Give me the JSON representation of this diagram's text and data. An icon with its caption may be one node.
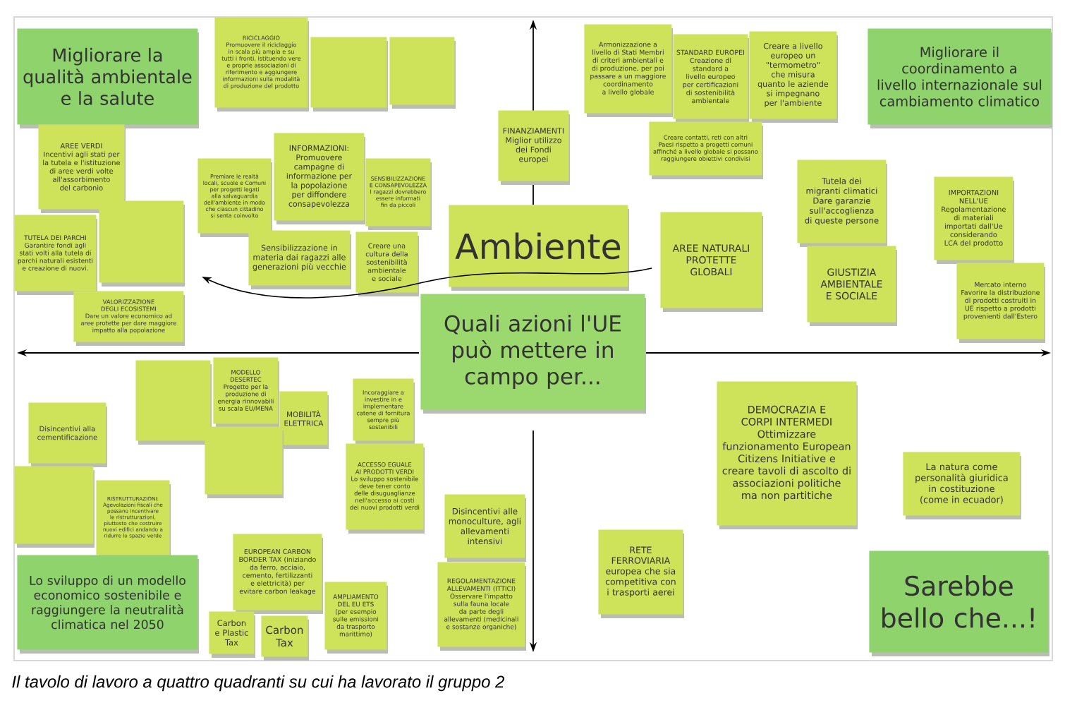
{
  "diagram": {
    "caption": "Il tavolo di lavoro a quattro quadranti su cui ha lavorato il gruppo 2",
    "nodes": [
      {
        "text": [
          "Migliorare la qualità ambientale e la salute"
        ]
      },
      {
        "text": [
          "RICICLAGGIO",
          "Promuovere il riciclaggio in scala più ampia e su tutti i fronti, istituendo vere e proprie associazioni di riferimento e aggiungere informazioni sulla modalità di produzione del prodotto"
        ]
      },
      {
        "text": [],
        "shape": "box"
      },
      {
        "text": [],
        "shape": "box"
      },
      {
        "text": [
          "Armonizzazione a livello di Stati Membri di criteri ambientali e di produzione, per poi passare a un maggiore coordinamento a livello globale"
        ]
      },
      {
        "text": [
          "STANDARD EUROPEI",
          "Creazione di standard a livello europeo per certificazioni di sostenibilità ambientale"
        ]
      },
      {
        "text": [
          "Creare a livello europeo un \"termometro\" che misura quanto le aziende si impegnano per l'ambiente"
        ]
      },
      {
        "text": [
          "Migliorare il coordinamento a livello internazionale sul cambiamento climatico"
        ]
      },
      {
        "text": [
          "AREE VERDI",
          "Incentivi agli stati per la tutela e l'istituzione di aree verdi volte all'assorbimento del carbonio"
        ]
      },
      {
        "text": [
          "Creare contatti, reti con altri Paesi rispetto a progetti comuni affinché a livello globale si possano raggiungere obiettivi condivisi"
        ]
      },
      {
        "text": [
          "FINANZIAMENTI",
          "Miglior utilizzo dei Fondi europei"
        ]
      },
      {
        "text": [
          "INFORMAZIONI:",
          "Promuovere campagne di informazione per la popolazione per diffondere consapevolezza"
        ]
      },
      {
        "text": [
          "Premiare le realtà locali, scuole e Comuni per progetti legati alla salvaguardia dell'ambiente in modo che ciascun cittadino si senta coinvolto"
        ]
      },
      {
        "text": [
          "SENSIBILIZZAZIONE E CONSAPEVOLEZZA",
          "I ragazzi dovrebbero essere informati fin da piccoli"
        ]
      },
      {
        "text": [
          "Tutela dei migranti climatici",
          "Dare garanzie sull'accoglienza di queste persone"
        ]
      },
      {
        "text": [
          "IMPORTAZIONI NELL'UE",
          "Regolamentazione di materiali importati dall'Ue considerando LCA del prodotto"
        ]
      },
      {
        "text": [],
        "shape": "box"
      },
      {
        "text": [
          "TUTELA DEI PARCHI",
          "Garantire fondi agli stati volti alla tutela di parchi naturali esistenti e creazione di nuovi."
        ]
      },
      {
        "text": [
          "Ambiente"
        ]
      },
      {
        "text": [
          "AREE NATURALI PROTETTE GLOBALI"
        ]
      },
      {
        "text": [
          "Sensibilizzazione in materia dai ragazzi alle generazioni più vecchie"
        ]
      },
      {
        "text": [
          "Creare una cultura della sostenibilità ambientale e sociale"
        ]
      },
      {
        "text": [
          "GIUSTIZIA AMBIENTALE E SOCIALE"
        ]
      },
      {
        "text": [
          "Mercato interno",
          "Favorire la distribuzione di prodotti costruiti in UE rispetto a prodotti provenienti dall'Estero"
        ]
      },
      {
        "text": [
          "VALORIZZAZIONE DEGLI ECOSISTEMI",
          "Dare un valore economico ad aree protette per dare maggiore impatto alla popolazione"
        ]
      },
      {
        "text": [
          "Quali azioni l'UE può mettere in campo per..."
        ]
      },
      {
        "text": [],
        "shape": "box"
      },
      {
        "text": [
          "MODELLO DESERTEC",
          "Progetto per la produzione di energia rinnovabili su scala EU/MENA"
        ]
      },
      {
        "text": [
          "Incoraggiare a investire in e implementare catene di fornitura sempre più sostenibili"
        ]
      },
      {
        "text": [
          "DEMOCRAZIA E CORPI INTERMEDI",
          "Ottimizzare funzionamento European Citizens Initiative e creare tavoli di ascolto di associazioni politiche ma non partitiche"
        ]
      },
      {
        "text": [
          "MOBILITÀ ELETTRICA"
        ]
      },
      {
        "text": [
          "Disincentivi alla cementificazione"
        ]
      },
      {
        "text": [],
        "shape": "box"
      },
      {
        "text": [
          "ACCESSO EGUALE AI PRODOTTI VERDI",
          "Lo sviluppo sostenibile deve tener conto delle disuguaglianze nell'accesso ai costi dei nuovi prodotti verdi"
        ]
      },
      {
        "text": [
          "La natura come personalità giuridica in costituzione (come in ecuador)"
        ]
      },
      {
        "text": [],
        "shape": "box"
      },
      {
        "text": [
          "RISTRUTTURAZIONI:",
          "Agevolazioni fiscali che possano incentivare le ristrutturazioni, piuttosto che costruire nuovi edifici andando a ridurre lo spazio verde"
        ]
      },
      {
        "text": [
          "Disincentivi alle monoculture, agli allevamenti intensivi"
        ]
      },
      {
        "text": [
          "EUROPEAN CARBON BORDER TAX (iniziando da ferro, acciaio, cemento, fertilizzanti e elettricità) per evitare carbon leakage"
        ]
      },
      {
        "text": [
          "RETE FERROVIARIA",
          "europea che sia competitiva con i trasporti aerei"
        ]
      },
      {
        "text": [
          "Lo sviluppo di un modello economico sostenibile e raggiungere la neutralità climatica nel 2050"
        ]
      },
      {
        "text": [
          "REGOLAMENTAZIONE ALLEVAMENTI (ITTICI)",
          "Osservare l'impatto sulla fauna locale da parte degli allevamenti (medicinali e sostanze organiche)"
        ]
      },
      {
        "text": [
          "Sarebbe bello che...!"
        ]
      },
      {
        "text": [
          "AMPLIAMENTO DEL EU ETS",
          "(per esempio sulle emissioni da trasporto marittimo)"
        ]
      },
      {
        "text": [
          "Carbon e Plastic Tax"
        ]
      },
      {
        "text": [
          "Carbon Tax"
        ]
      }
    ]
  }
}
